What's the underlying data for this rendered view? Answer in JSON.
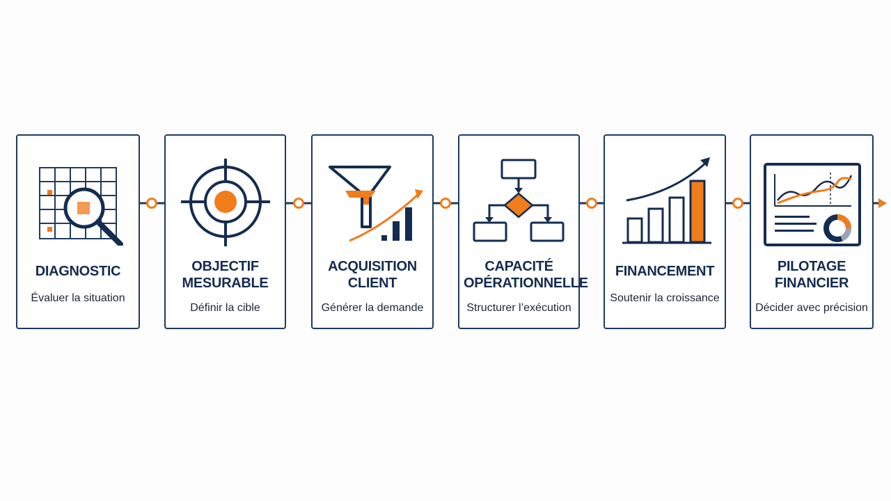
{
  "colors": {
    "navy": "#1e3a5f",
    "accent": "#f07c1a",
    "background": "#fdfdfd"
  },
  "steps": [
    {
      "title_lines": [
        "DIAGNOSTIC"
      ],
      "subtitle": "Évaluer la situation",
      "icon": "grid-magnifier-icon"
    },
    {
      "title_lines": [
        "OBJECTIF",
        "MESURABLE"
      ],
      "subtitle": "Définir la cible",
      "icon": "target-icon"
    },
    {
      "title_lines": [
        "ACQUISITION",
        "CLIENT"
      ],
      "subtitle": "Générer la demande",
      "icon": "funnel-growth-icon"
    },
    {
      "title_lines": [
        "CAPACITÉ",
        "OPÉRATIONNELLE"
      ],
      "subtitle": "Structurer l’exécution",
      "icon": "flowchart-icon"
    },
    {
      "title_lines": [
        "FINANCEMENT"
      ],
      "subtitle": "Soutenir la croissance",
      "icon": "growth-bar-chart-icon"
    },
    {
      "title_lines": [
        "PILOTAGE",
        "FINANCIER"
      ],
      "subtitle": "Décider avec précision",
      "icon": "dashboard-icon"
    }
  ]
}
